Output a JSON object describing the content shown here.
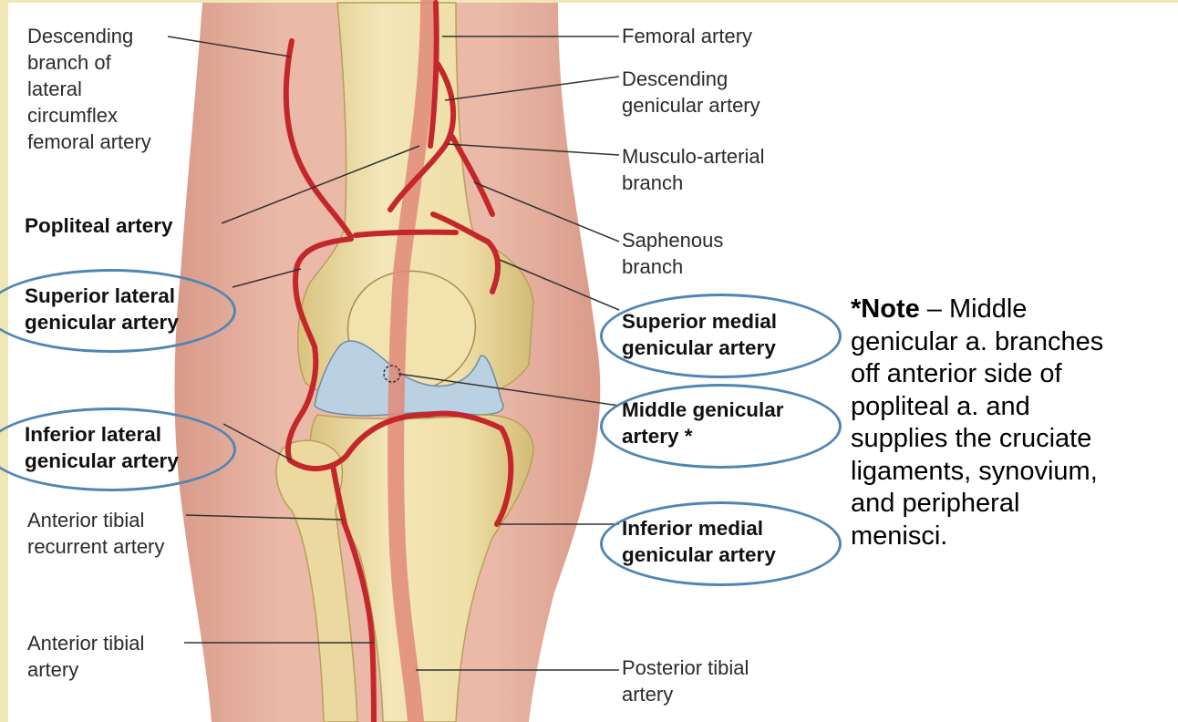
{
  "labels": {
    "descending_branch": "Descending\nbranch of\nlateral\ncircumflex\nfemoral artery",
    "popliteal": "Popliteal artery",
    "superior_lateral": "Superior lateral\ngenicular artery",
    "inferior_lateral": "Inferior lateral\ngenicular artery",
    "ant_tibial_recurrent": "Anterior tibial\nrecurrent artery",
    "anterior_tibial": "Anterior tibial\nartery",
    "femoral": "Femoral artery",
    "descending_genicular": "Descending\ngenicular artery",
    "musculo_arterial": "Musculo-arterial\nbranch",
    "saphenous": "Saphenous\nbranch",
    "superior_medial": "Superior medial\ngenicular artery",
    "middle_genicular": "Middle genicular\nartery *",
    "inferior_medial": "Inferior medial\ngenicular artery",
    "posterior_tibial": "Posterior tibial\nartery"
  },
  "note": {
    "prefix": "*",
    "keyword": "Note",
    "text": " – Middle\ngenicular a. branches\noff anterior side of\npopliteal a. and\nsupplies the cruciate\nligaments, synovium,\nand peripheral\nmenisci."
  },
  "colors": {
    "artery": "#c4272b",
    "bone": "#eddca2",
    "skin": "#e9b4a3",
    "cartilage": "#b9d1e2",
    "highlight_oval": "#4f86b5"
  }
}
